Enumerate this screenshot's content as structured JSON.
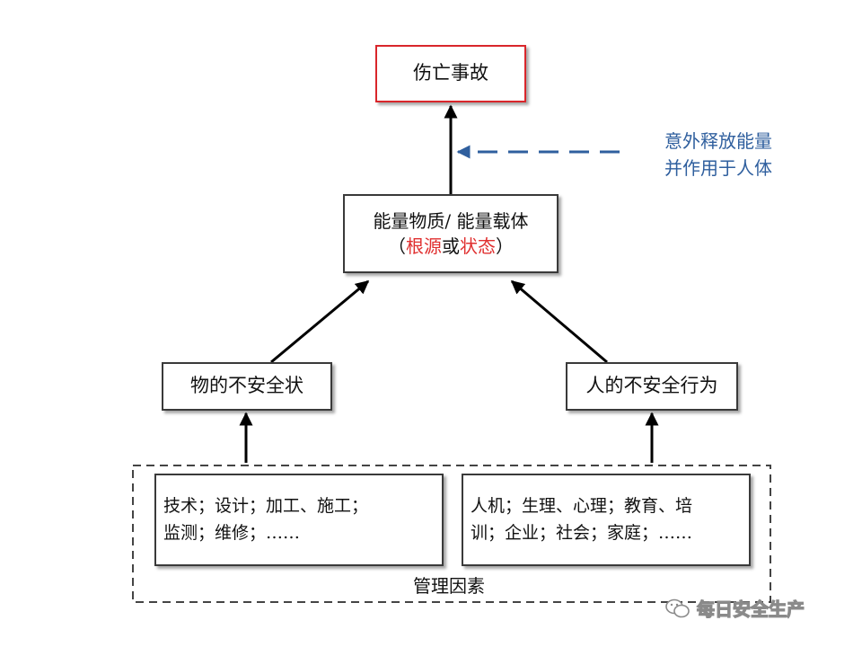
{
  "nodes": {
    "top": "伤亡事故",
    "energy_line1": "能量物质/ 能量载体",
    "energy_open": "（",
    "energy_root": "根源",
    "energy_or": "或",
    "energy_state": "状态",
    "energy_close": "）",
    "thing_unsafe": "物的不安全状",
    "human_unsafe": "人的不安全行为",
    "factors_left_line1": "技术；设计；加工、施工；",
    "factors_left_line2": "监测；维修；……",
    "factors_right_line1": "人机；生理、心理；教育、培",
    "factors_right_line2": "训；企业；社会；家庭；……"
  },
  "labels": {
    "release_line1": "意外释放能量",
    "release_line2": "并作用于人体",
    "management": "管理因素"
  },
  "watermark": {
    "text": "每日安全生产"
  },
  "colors": {
    "accent_red": "#d9262b",
    "accent_blue": "#2f5f9e"
  }
}
